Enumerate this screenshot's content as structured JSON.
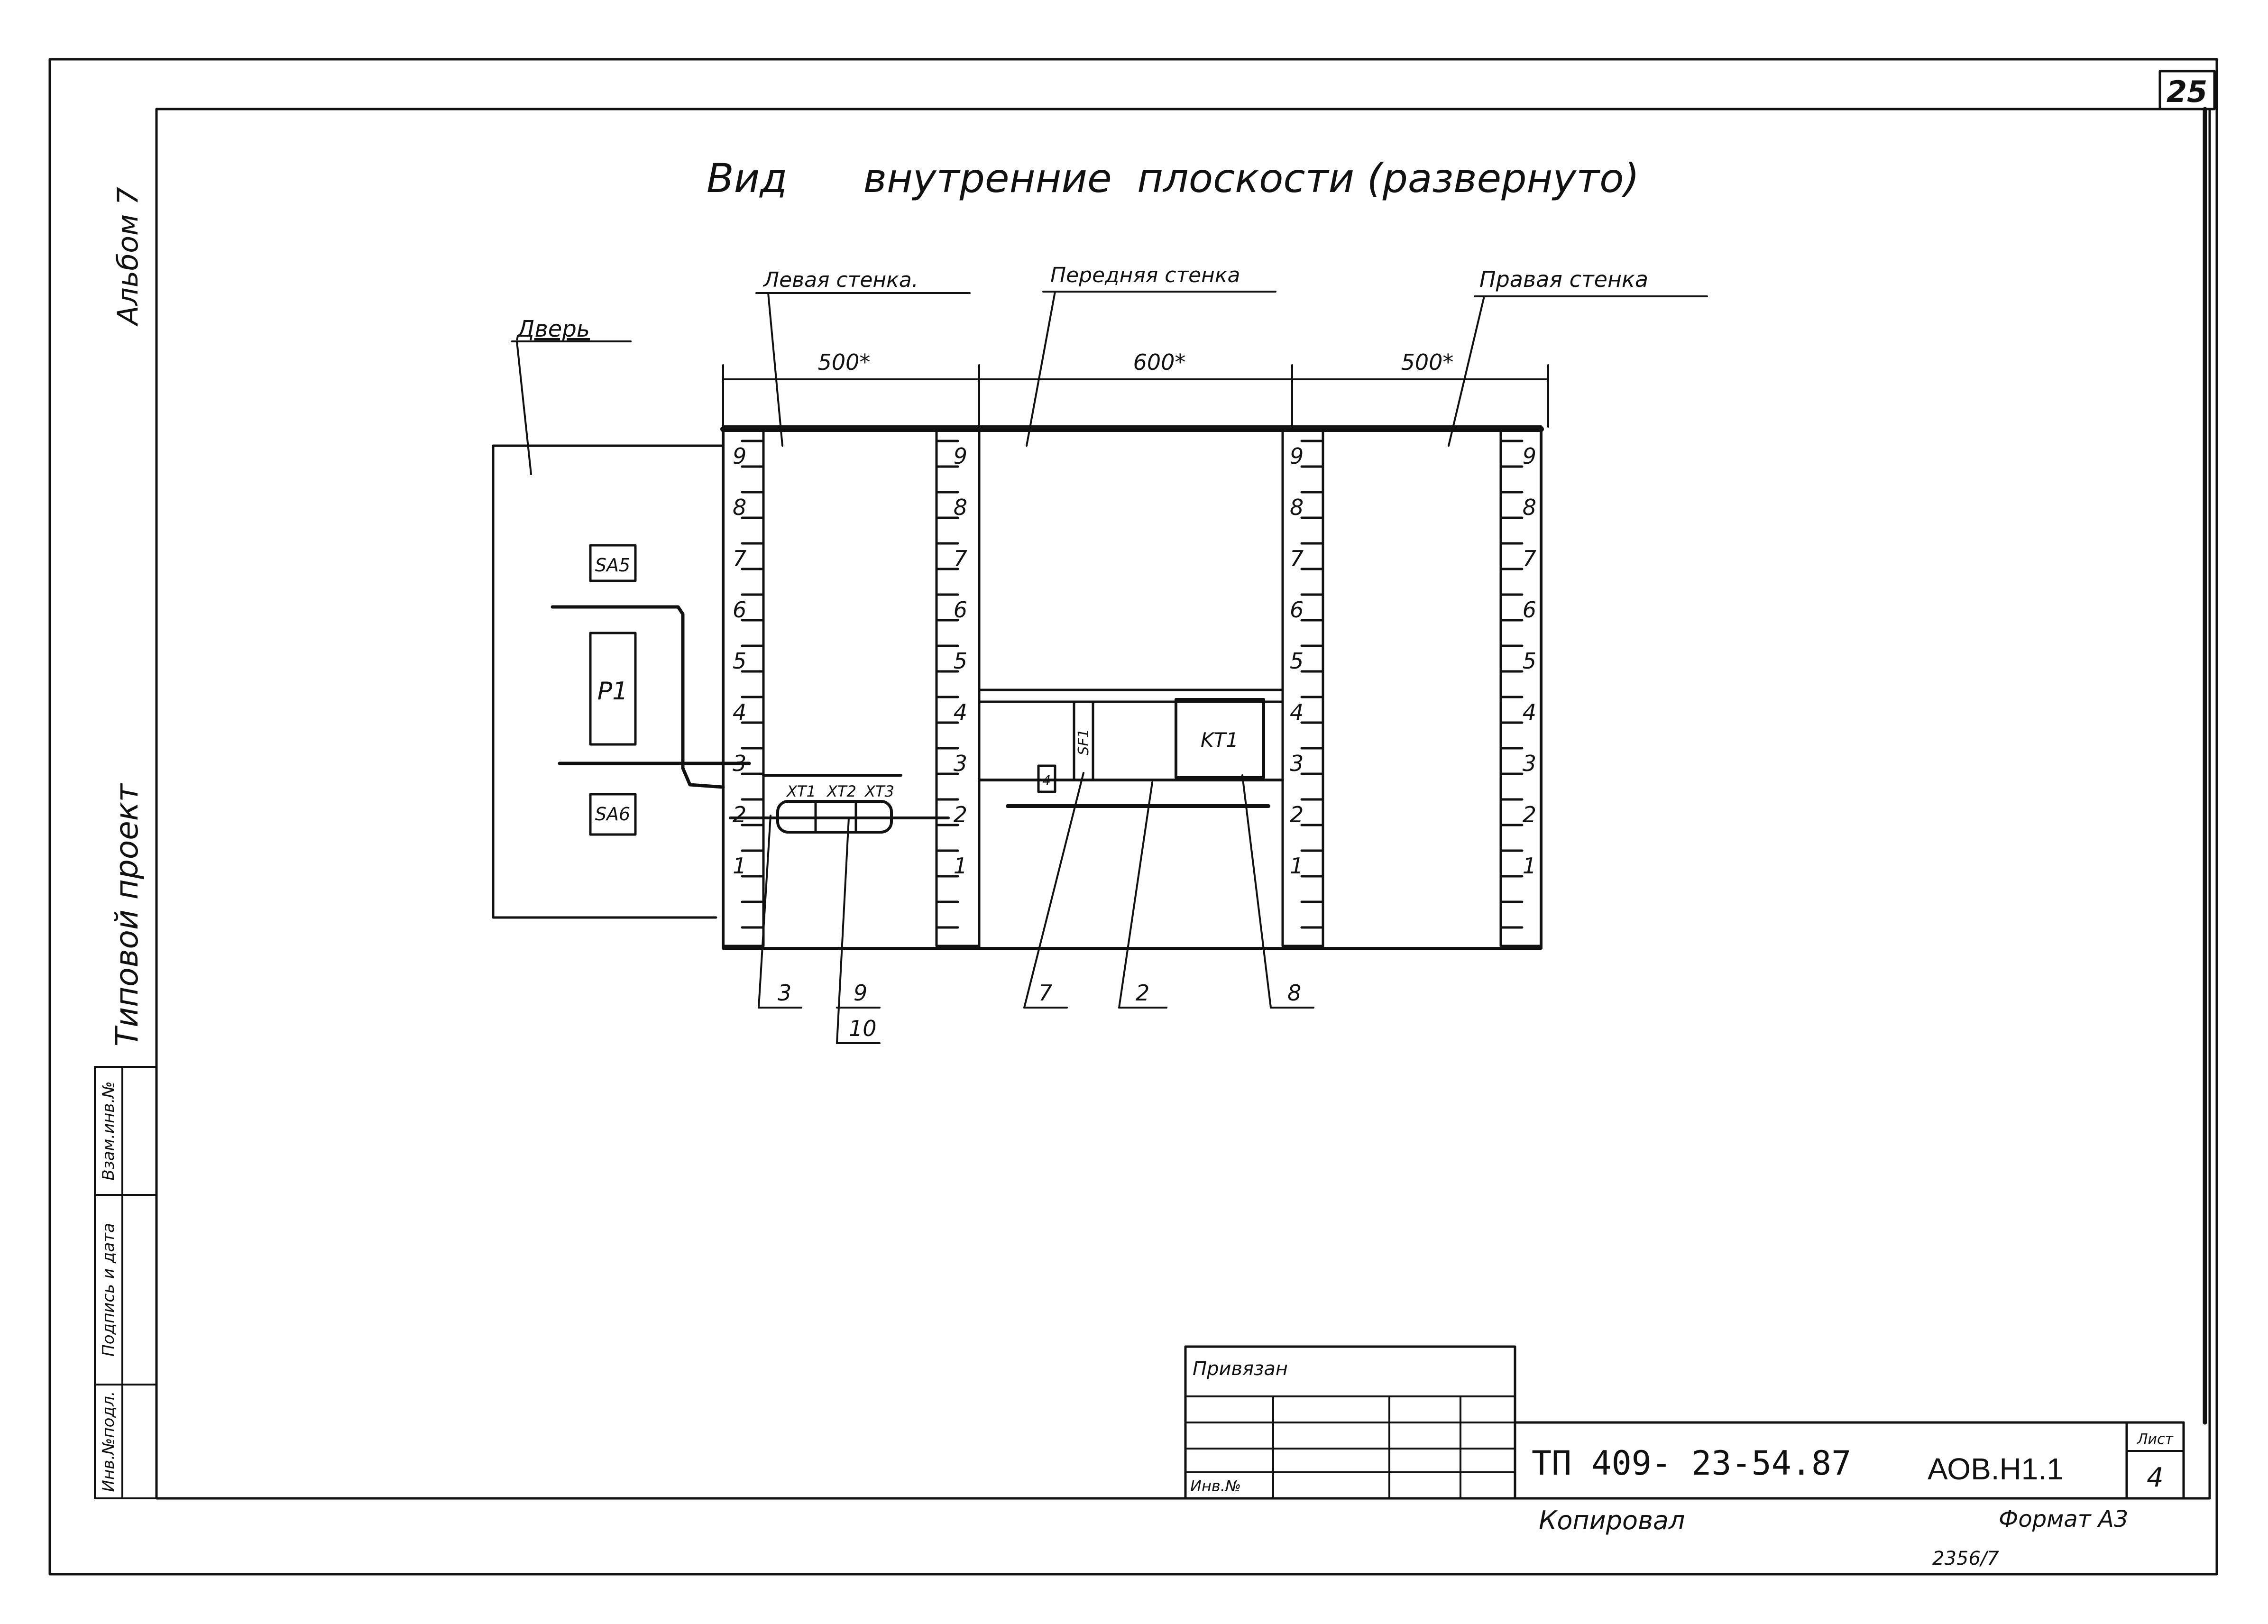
{
  "sheet": {
    "corner_number": "25",
    "title": "Вид      внутренние  плоскости (развернуто)",
    "side": {
      "album": "Альбом 7",
      "project": "Типовой проект",
      "col_inv_replace": "Взам.инв.№",
      "col_sign_date": "Подпись и дата",
      "col_inv_orig": "Инв.№подл."
    }
  },
  "walls": {
    "door": "Дверь",
    "left": "Левая стенка.",
    "front": "Передняя стенка",
    "right": "Правая стенка",
    "dim_left": "500*",
    "dim_front": "600*",
    "dim_right": "500*"
  },
  "rail_numbers": [
    "9",
    "8",
    "7",
    "6",
    "5",
    "4",
    "3",
    "2",
    "1"
  ],
  "devices": {
    "sa5": "SA5",
    "p1": "P1",
    "sa6": "SA6",
    "xt1": "XT1",
    "xt2": "XT2",
    "xt3": "XT3",
    "kt1": "KT1",
    "sf1": "SF1",
    "small": "4"
  },
  "callouts": {
    "c3": "3",
    "c9": "9",
    "c10": "10",
    "c7": "7",
    "c2": "2",
    "c8": "8"
  },
  "stamp": {
    "privyazan": "Привязан",
    "inv_no": "Инв.№",
    "code": "ТП 409- 23-54.87",
    "doc": "АОВ.Н1.1",
    "sheet_label": "Лист",
    "sheet_no": "4",
    "copied": "Копировал",
    "format": "Формат А3",
    "archive": "2356/7"
  }
}
